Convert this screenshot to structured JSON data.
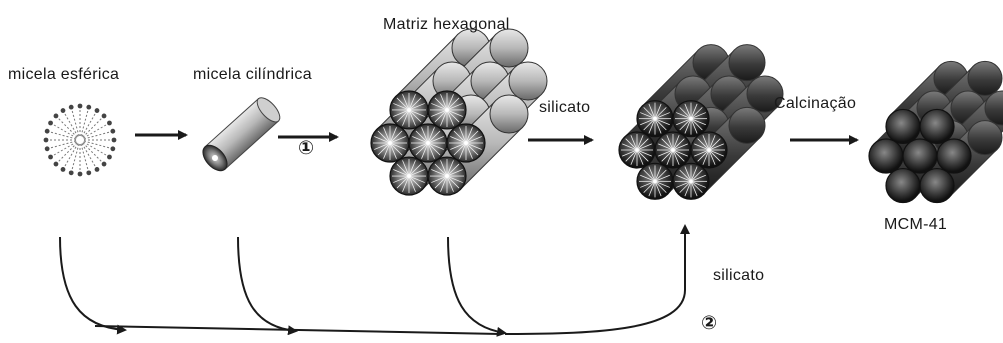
{
  "labels": {
    "spherical_micelle": "micela esférica",
    "cylindrical_micelle": "micela cilíndrica",
    "hexagonal_matrix": "Matriz hexagonal",
    "silicate_1": "silicato",
    "calcination": "Calcinação",
    "product": "MCM-41",
    "silicate_2": "silicato",
    "pathway_1": "①",
    "pathway_2": "②"
  }
}
